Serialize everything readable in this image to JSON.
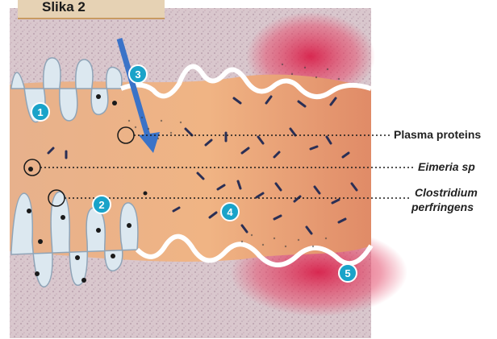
{
  "figure": {
    "label": "Slika 2"
  },
  "callouts": [
    {
      "id": "plasma",
      "label": "Plasma proteins",
      "italic": false
    },
    {
      "id": "eimeria",
      "label": "Eimeria sp",
      "italic": true
    },
    {
      "id": "clostridium",
      "line1": "Clostridium",
      "line2": "perfringens",
      "italic": true
    }
  ],
  "markers": [
    "1",
    "2",
    "3",
    "4",
    "5"
  ],
  "colors": {
    "marker": "#1aa3c9",
    "arrow": "#3a73c8",
    "lumen": "#f0b484",
    "tissue": "#d7c3c9",
    "inflammation": "#d8204a",
    "villus": "#dce8f0",
    "bacteria": "#2a2f55"
  }
}
